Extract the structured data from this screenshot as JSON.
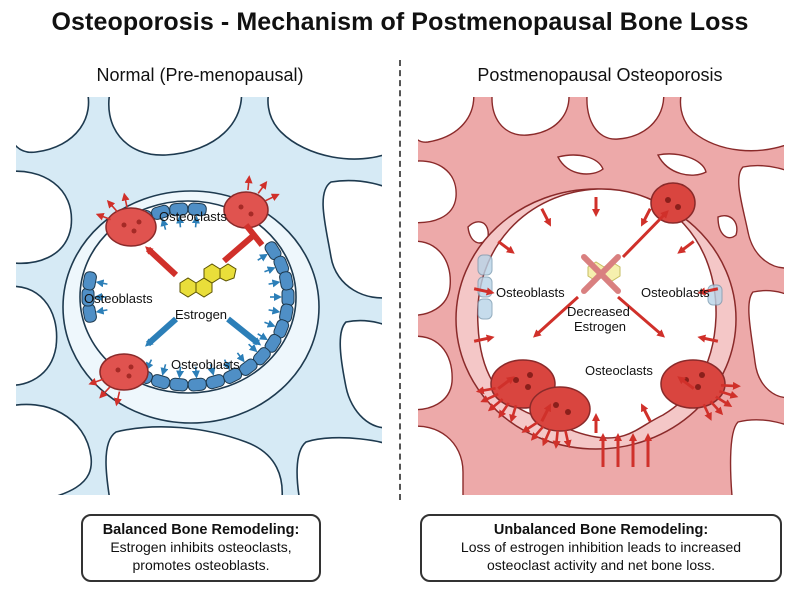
{
  "title": "Osteoporosis - Mechanism of Postmenopausal Bone Loss",
  "left": {
    "heading": "Normal (Pre-menopausal)",
    "labels": {
      "osteoclasts_top": "Osteoclasts",
      "osteoblasts_left": "Osteoblasts",
      "estrogen": "Estrogen",
      "osteoblasts_bottom": "Osteoblasts"
    },
    "caption": {
      "heading": "Balanced Bone Remodeling:",
      "line1": "Estrogen inhibits osteoclasts,",
      "line2": "promotes osteoblasts."
    }
  },
  "right": {
    "heading": "Postmenopausal Osteoporosis",
    "labels": {
      "osteoblasts_left": "Osteoblasts",
      "osteoblasts_right": "Osteoblasts",
      "decreased_line1": "Decreased",
      "decreased_line2": "Estrogen",
      "osteoclasts": "Osteoclasts"
    },
    "caption": {
      "heading": "Unbalanced Bone Remodeling:",
      "line1": "Loss of estrogen inhibition leads to increased",
      "line2": "osteoclast activity and net bone loss."
    }
  },
  "colors": {
    "healthy_bone": "#cfe6f2",
    "healthy_outline": "#1e3a4f",
    "osteoporotic_bone": "#eda9a9",
    "osteoporotic_outline": "#8a2a2a",
    "osteoclast": "#e0534f",
    "osteoblast": "#4f8fc6",
    "arrow_red": "#d0302a",
    "arrow_blue": "#2c7fb8",
    "estrogen": "#e9de3a"
  }
}
